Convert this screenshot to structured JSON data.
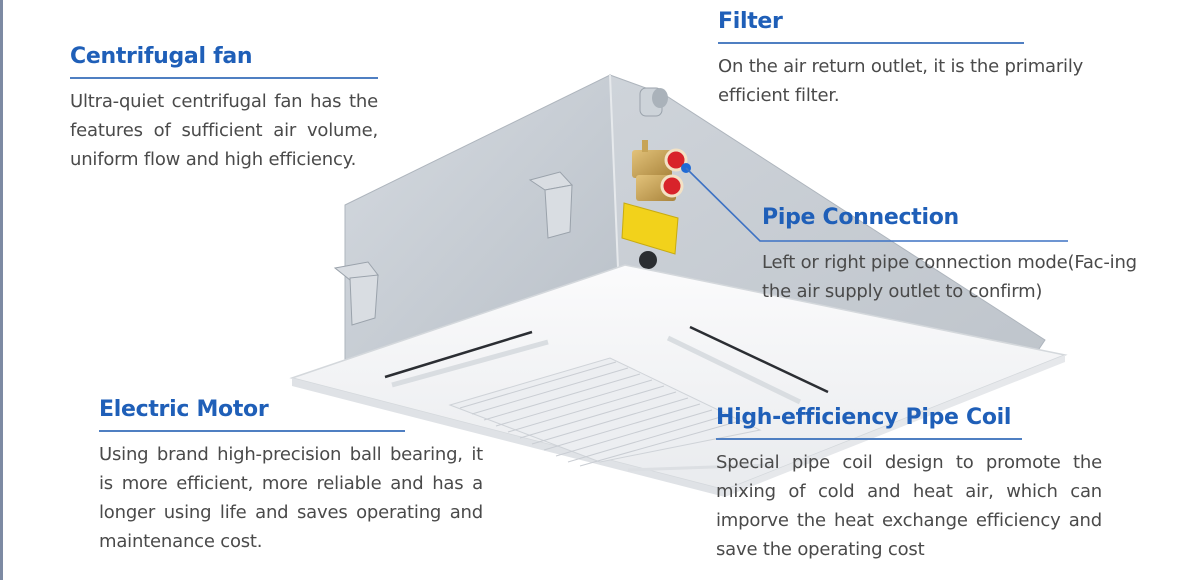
{
  "colors": {
    "heading": "#1f5fb8",
    "rule": "#4f7fc2",
    "body_text": "#4a4a4a",
    "callout_dot": "#1e6ad6",
    "housing": "#c9cfd6",
    "panel": "#f4f5f6",
    "valve_cap": "#d8232a",
    "warning_label": "#f2d21b"
  },
  "product": {
    "name": "cassette-fan-coil-unit",
    "icon": "ceiling-cassette-unit-illustration"
  },
  "features": {
    "centrifugal_fan": {
      "title": "Centrifugal fan",
      "description": "Ultra-quiet centrifugal fan has the features of sufficient air volume, uniform flow and high efficiency."
    },
    "filter": {
      "title": "Filter",
      "description": "On the air return outlet, it is the primarily efficient filter."
    },
    "pipe_connection": {
      "title": "Pipe Connection",
      "description": "Left or right pipe connection mode(Fac-ing the air supply outlet to confirm)"
    },
    "electric_motor": {
      "title": "Electric Motor",
      "description": "Using brand high-precision ball bearing, it is more efficient, more reliable and has a longer using life and saves operating and maintenance cost."
    },
    "pipe_coil": {
      "title": "High-efficiency Pipe Coil",
      "description": "Special pipe coil design to promote the mixing of cold and heat air, which can imporve the heat exchange efficiency and save the operating cost"
    }
  }
}
